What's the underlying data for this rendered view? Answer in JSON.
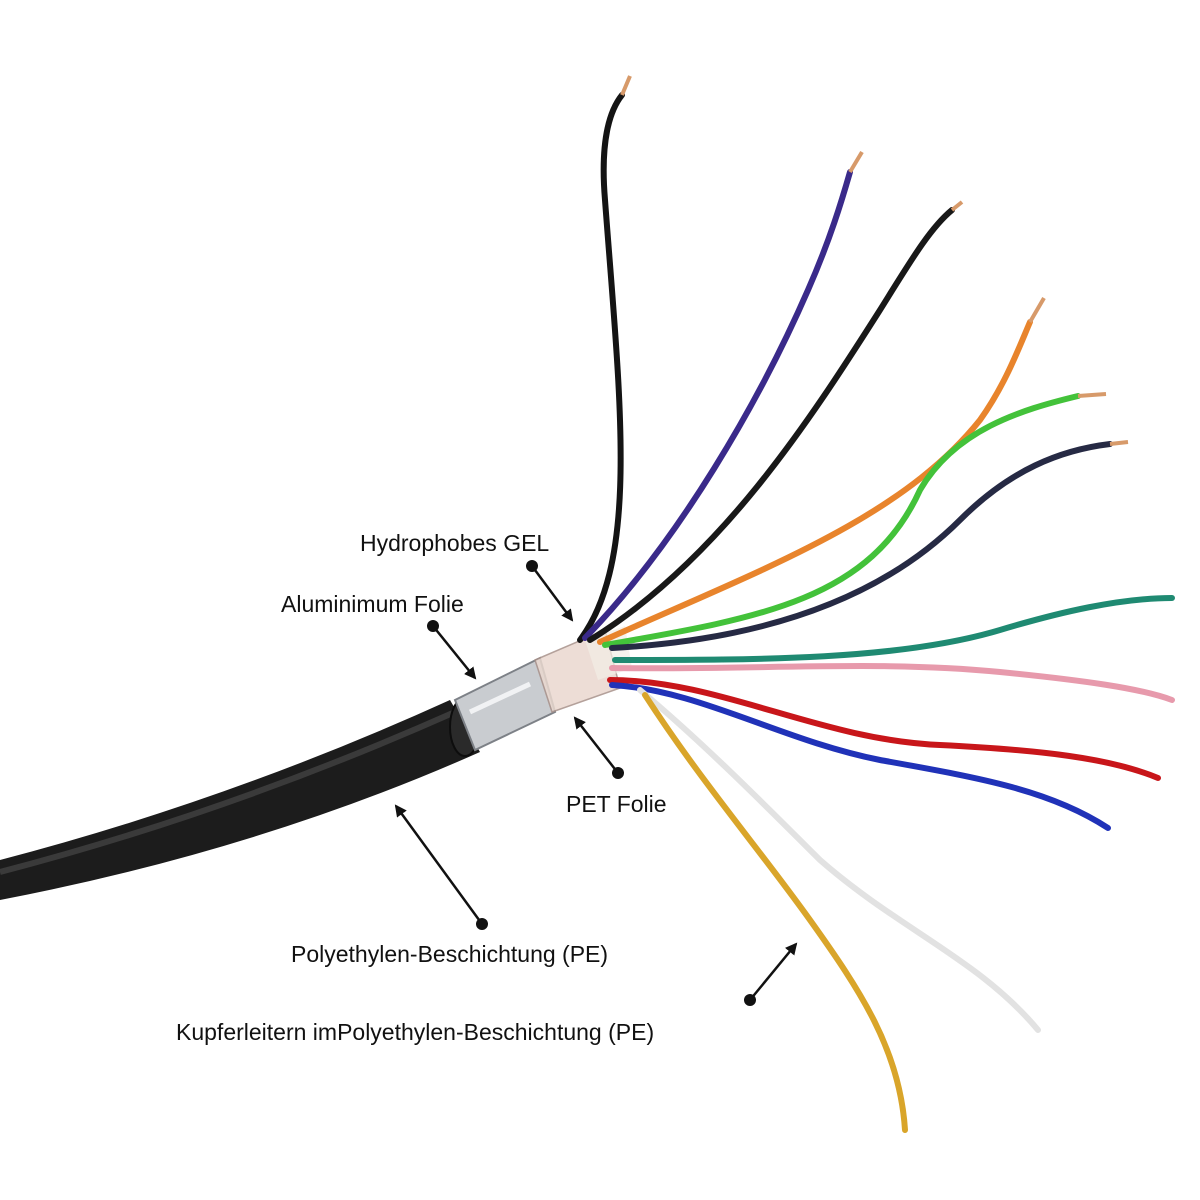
{
  "labels": {
    "hydrophobes_gel": "Hydrophobes GEL",
    "aluminium_folie": "Aluminimum Folie",
    "pet_folie": "PET Folie",
    "pe_beschichtung": "Polyethylen-Beschichtung (PE)",
    "kupferleiter": "Kupferleitern imPolyethylen-Beschichtung (PE)"
  },
  "colors": {
    "background": "#ffffff",
    "cable_jacket": "#1c1c1c",
    "aluminium_foil": "#c9ccd0",
    "copper": "#d79a6a",
    "annotation": "#111111"
  },
  "wires": [
    {
      "name": "black-wire-1",
      "color": "#141414"
    },
    {
      "name": "purple-wire",
      "color": "#3a2a8a"
    },
    {
      "name": "black-wire-2",
      "color": "#181818"
    },
    {
      "name": "orange-wire",
      "color": "#e8842c"
    },
    {
      "name": "green-wire",
      "color": "#43c23a"
    },
    {
      "name": "navy-wire",
      "color": "#262a44"
    },
    {
      "name": "teal-wire",
      "color": "#1f8a72"
    },
    {
      "name": "pink-wire",
      "color": "#e79aac"
    },
    {
      "name": "red-wire",
      "color": "#c8161a"
    },
    {
      "name": "blue-wire",
      "color": "#2032b8"
    },
    {
      "name": "white-wire",
      "color": "#e2e2e2"
    },
    {
      "name": "yellow-wire",
      "color": "#d9a52a"
    }
  ]
}
